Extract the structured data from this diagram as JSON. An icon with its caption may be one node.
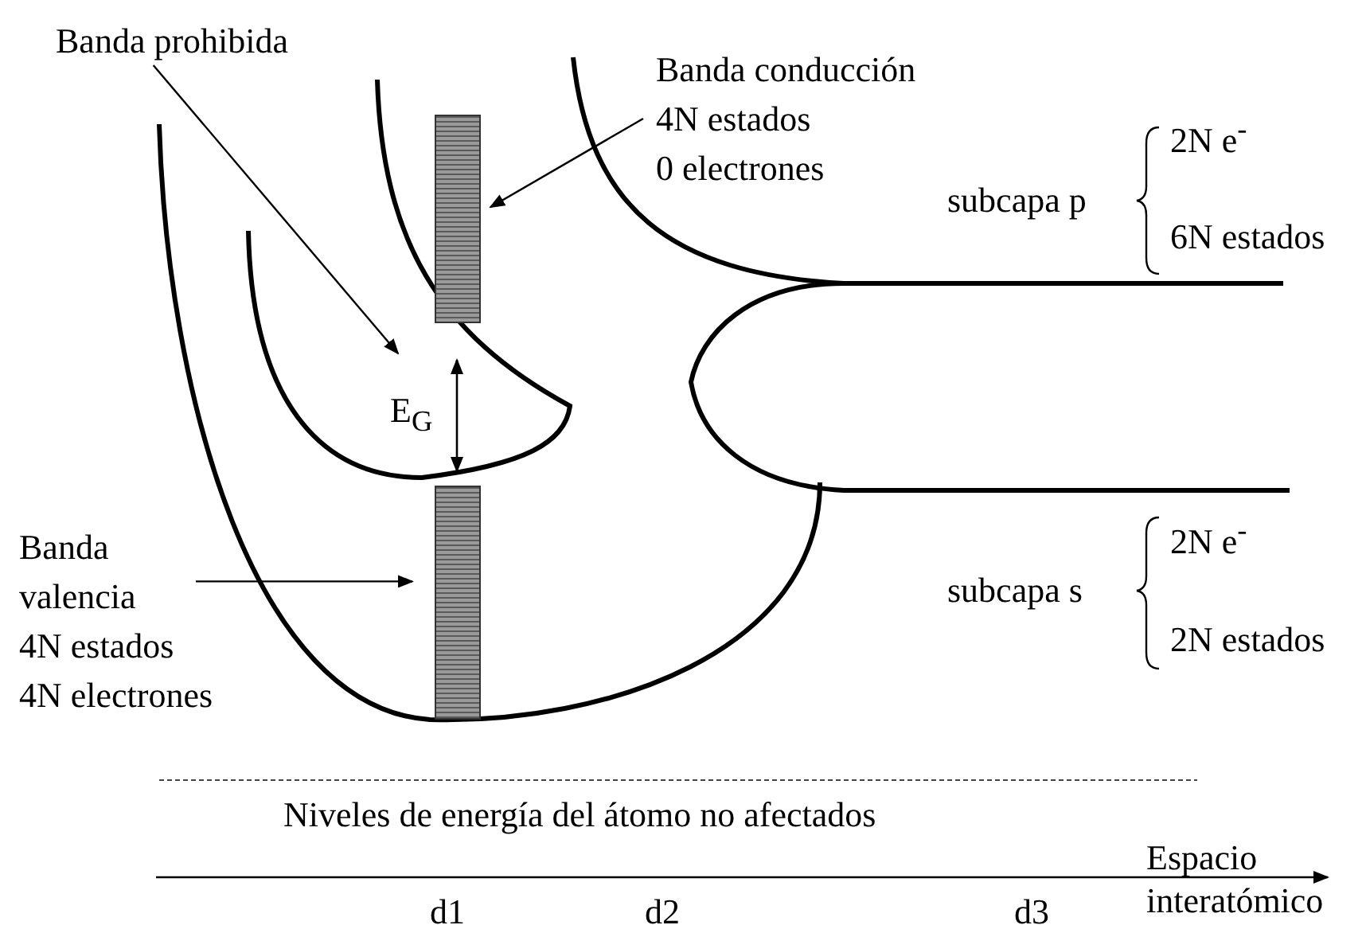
{
  "diagram": {
    "nodes": [
      {
        "text": [
          "Banda prohibida"
        ]
      },
      {
        "text": [
          "Banda conducción 4N estados 0 electrones"
        ]
      },
      {
        "text": [],
        "shape": "bar"
      },
      {
        "text": [
          "Banda valencia 4N estados 4N electrones"
        ]
      },
      {
        "text": [],
        "shape": "bar"
      }
    ],
    "edges": [
      {
        "from": 0,
        "to": null,
        "arrow": "to"
      },
      {
        "from": 1,
        "to": 2,
        "arrow": "to"
      },
      {
        "from": 3,
        "to": 4,
        "arrow": "to"
      }
    ],
    "labels": [
      "E$_{G}$",
      "2N e$^{-}$",
      "subcapa p",
      "6N estados",
      "2N e$^{-}$",
      "subcapa s",
      "2N estados",
      "Niveles de energía del átomo no afectados",
      "Espacio interatómico",
      "d1",
      "d2",
      "d3"
    ]
  }
}
